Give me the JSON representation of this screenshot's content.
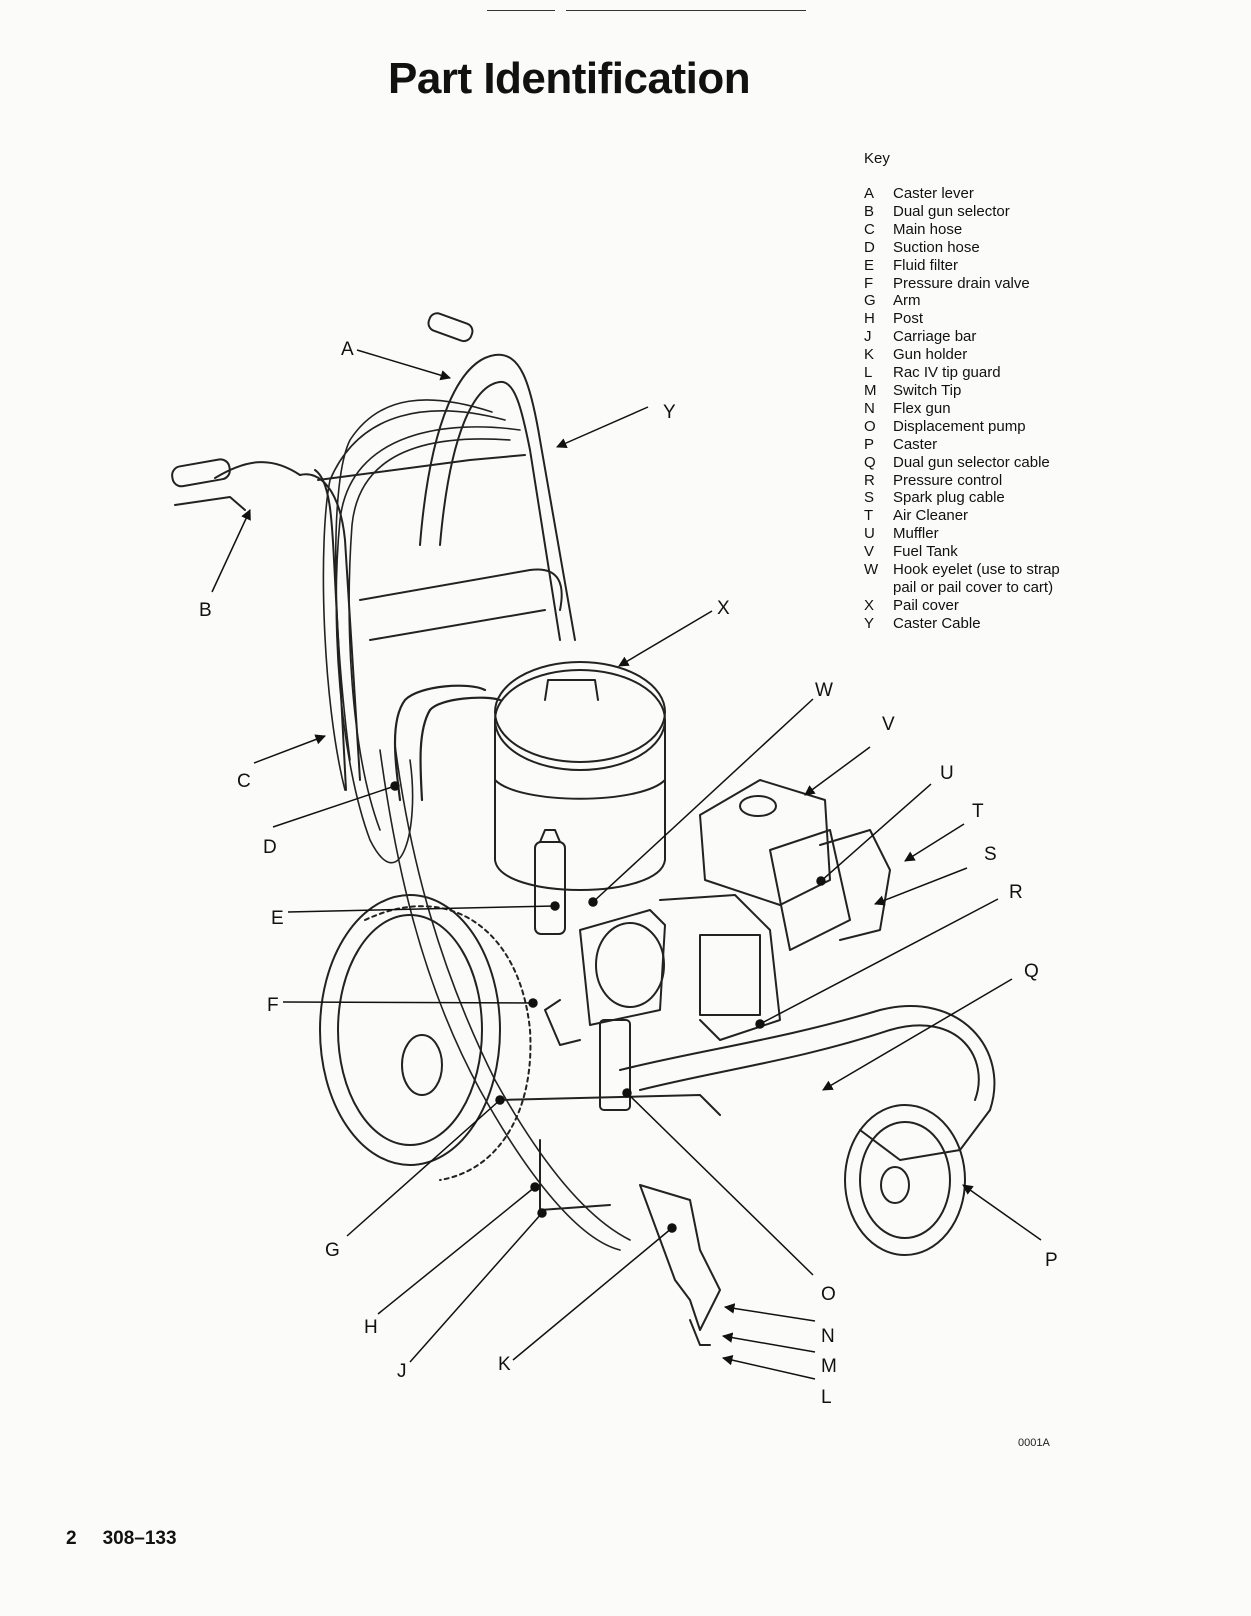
{
  "title": "Part Identification",
  "key": {
    "title": "Key",
    "items": [
      {
        "letter": "A",
        "label": "Caster lever"
      },
      {
        "letter": "B",
        "label": "Dual gun selector"
      },
      {
        "letter": "C",
        "label": "Main hose"
      },
      {
        "letter": "D",
        "label": "Suction hose"
      },
      {
        "letter": "E",
        "label": "Fluid filter"
      },
      {
        "letter": "F",
        "label": "Pressure drain valve"
      },
      {
        "letter": "G",
        "label": "Arm"
      },
      {
        "letter": "H",
        "label": "Post"
      },
      {
        "letter": "J",
        "label": "Carriage bar"
      },
      {
        "letter": "K",
        "label": "Gun holder"
      },
      {
        "letter": "L",
        "label": "Rac IV tip guard"
      },
      {
        "letter": "M",
        "label": "Switch Tip"
      },
      {
        "letter": "N",
        "label": "Flex gun"
      },
      {
        "letter": "O",
        "label": "Displacement pump"
      },
      {
        "letter": "P",
        "label": "Caster"
      },
      {
        "letter": "Q",
        "label": "Dual gun selector cable"
      },
      {
        "letter": "R",
        "label": "Pressure control"
      },
      {
        "letter": "S",
        "label": "Spark plug cable"
      },
      {
        "letter": "T",
        "label": "Air Cleaner"
      },
      {
        "letter": "U",
        "label": "Muffler"
      },
      {
        "letter": "V",
        "label": "Fuel Tank"
      },
      {
        "letter": "W",
        "label": "Hook eyelet (use to strap pail or pail cover to cart)"
      },
      {
        "letter": "X",
        "label": "Pail cover"
      },
      {
        "letter": "Y",
        "label": "Caster Cable"
      }
    ]
  },
  "callouts": {
    "A": "A",
    "B": "B",
    "C": "C",
    "D": "D",
    "E": "E",
    "F": "F",
    "G": "G",
    "H": "H",
    "J": "J",
    "K": "K",
    "L": "L",
    "M": "M",
    "N": "N",
    "O": "O",
    "P": "P",
    "Q": "Q",
    "R": "R",
    "S": "S",
    "T": "T",
    "U": "U",
    "V": "V",
    "W": "W",
    "X": "X",
    "Y": "Y"
  },
  "figure_code": "0001A",
  "footer": {
    "page_number": "2",
    "doc_number": "308–133"
  }
}
